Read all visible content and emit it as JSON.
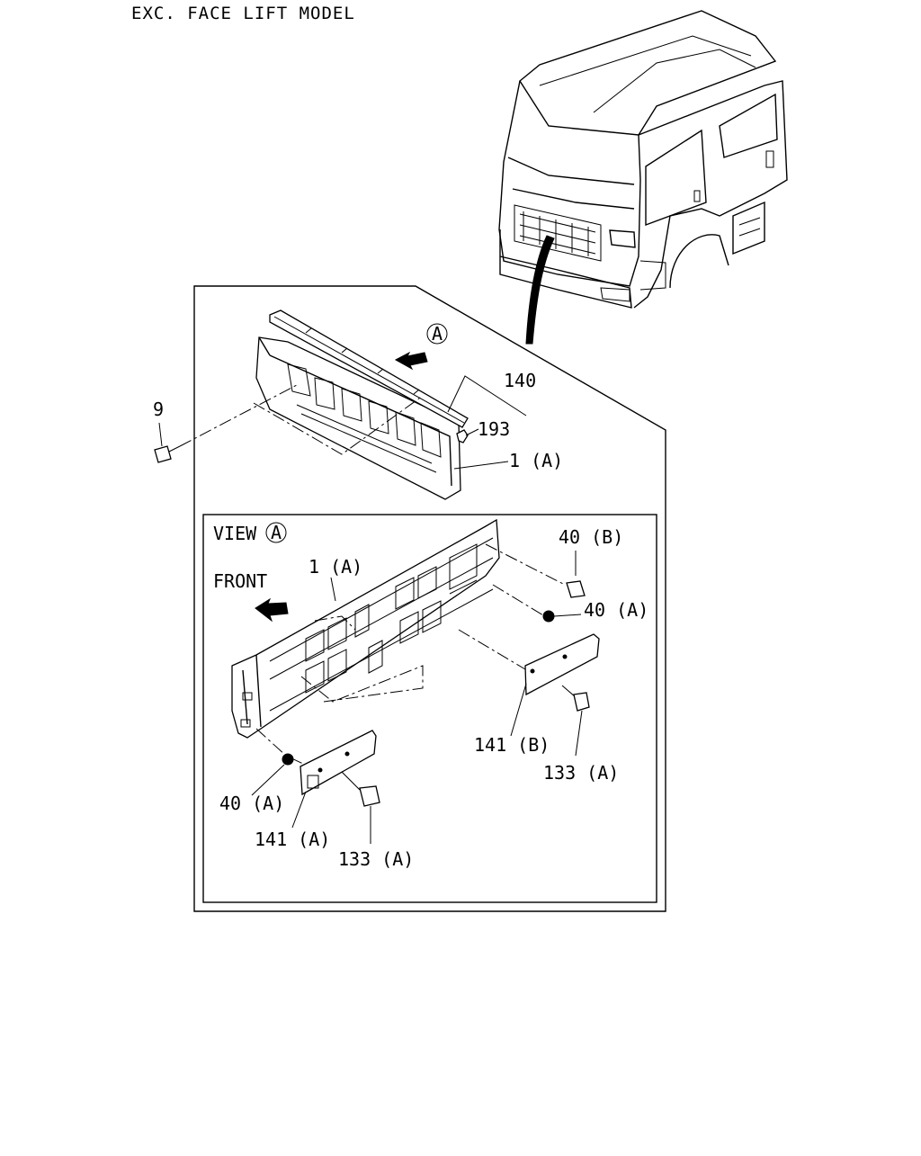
{
  "title": "EXC. FACE LIFT MODEL",
  "view_marker": "A",
  "view_label": "VIEW",
  "front_label": "FRONT",
  "callouts": {
    "p140": "140",
    "p193": "193",
    "p9": "9",
    "p1a_top": "1 (A)",
    "p1a_view": "1 (A)",
    "p40b": "40 (B)",
    "p40a_right": "40 (A)",
    "p40a_left": "40 (A)",
    "p141b": "141 (B)",
    "p141a": "141 (A)",
    "p133a_right": "133 (A)",
    "p133a_left": "133 (A)"
  }
}
